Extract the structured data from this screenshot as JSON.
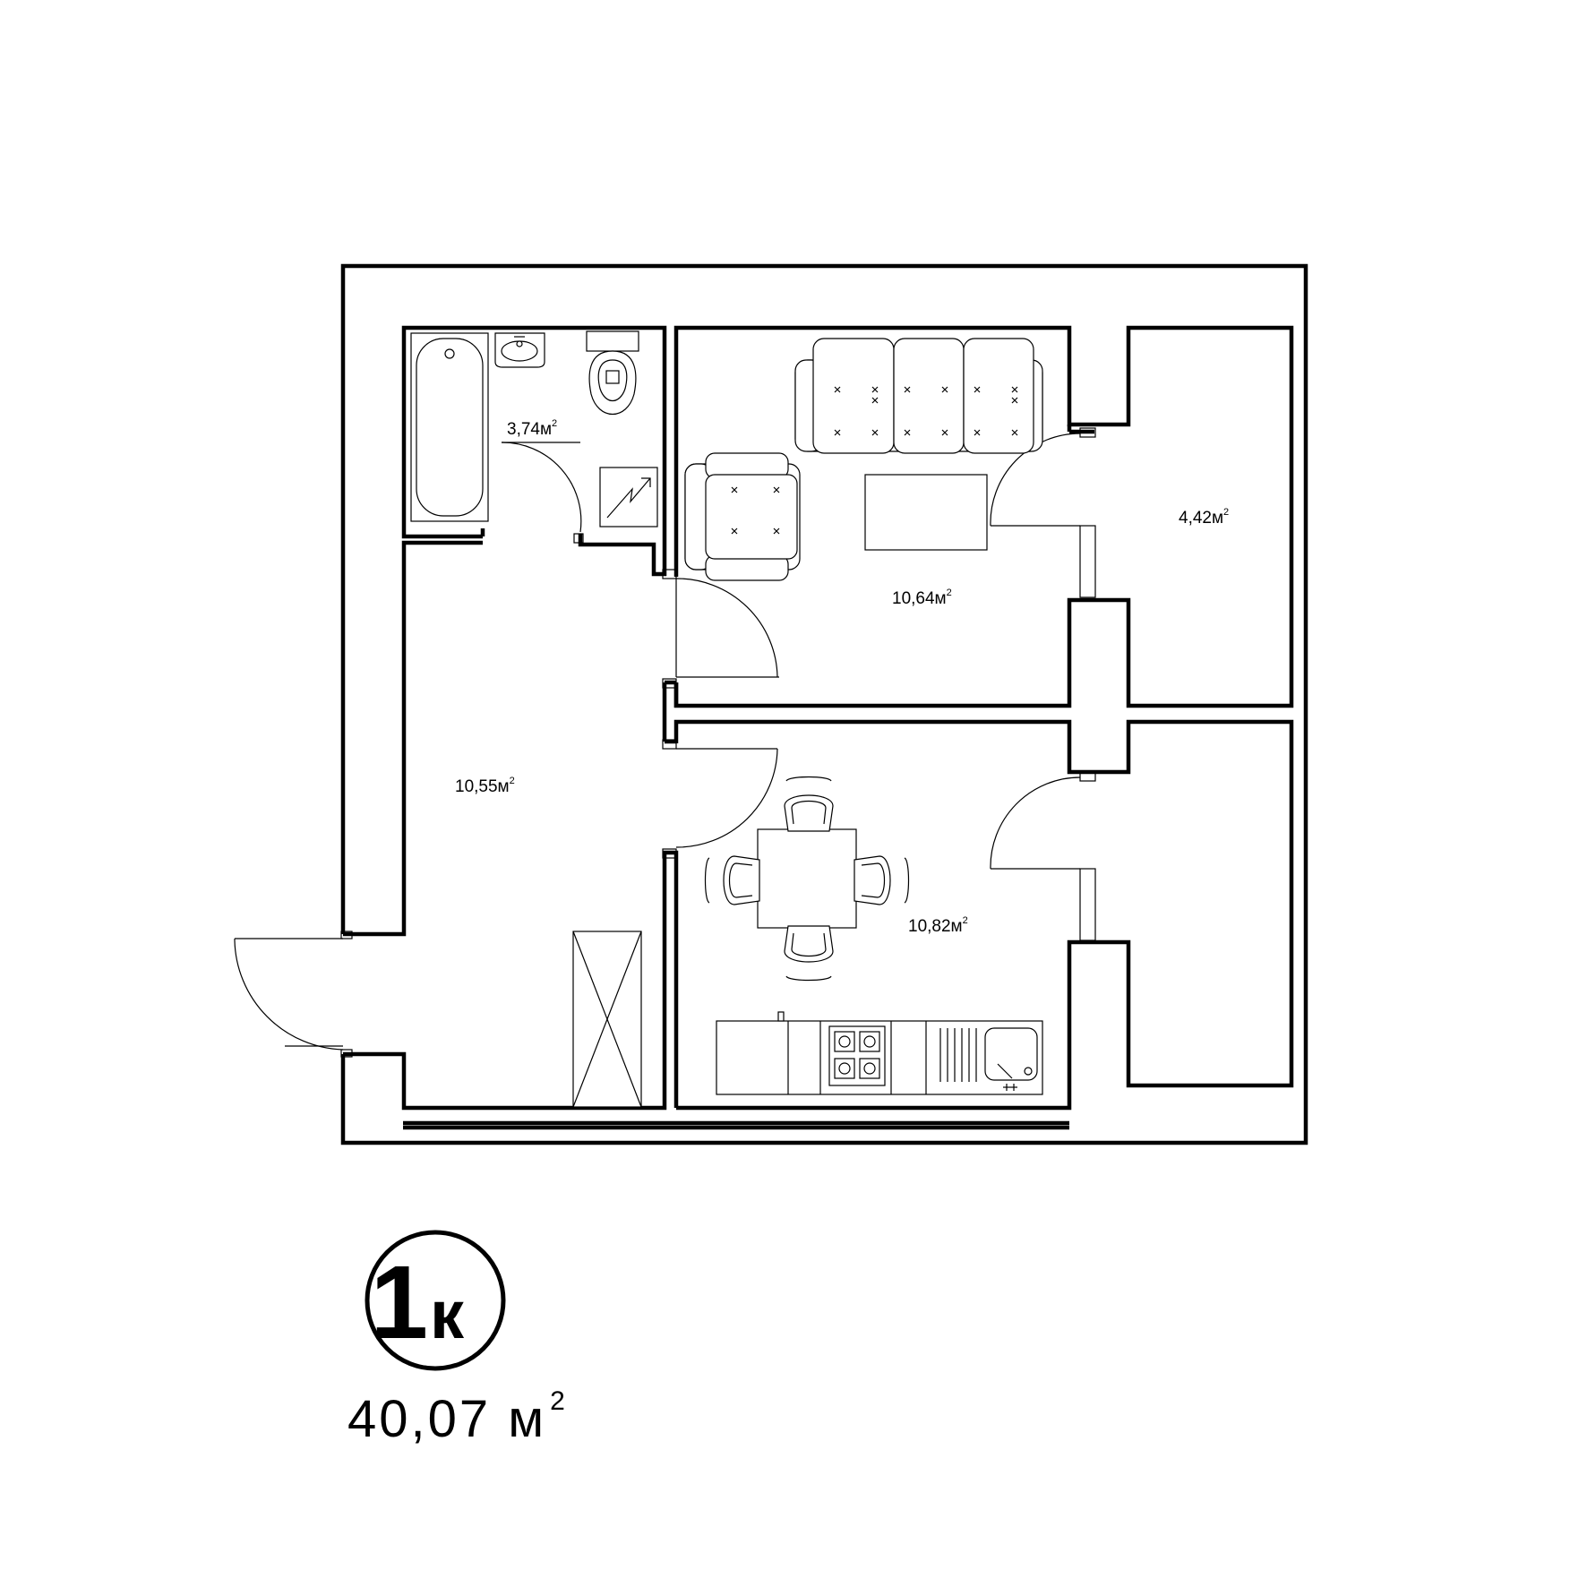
{
  "rooms": [
    {
      "id": "bathroom",
      "area": "3,74",
      "unit": "м",
      "power": "2"
    },
    {
      "id": "living",
      "area": "10,64",
      "unit": "м",
      "power": "2"
    },
    {
      "id": "loggia",
      "area": "4,42",
      "unit": "м",
      "power": "2"
    },
    {
      "id": "hall",
      "area": "10,55",
      "unit": "м",
      "power": "2"
    },
    {
      "id": "kitchen",
      "area": "10,82",
      "unit": "м",
      "power": "2"
    }
  ],
  "badge": {
    "number": "1",
    "letter": "к"
  },
  "total": {
    "value": "40,07",
    "unit": "м",
    "power": "2"
  }
}
